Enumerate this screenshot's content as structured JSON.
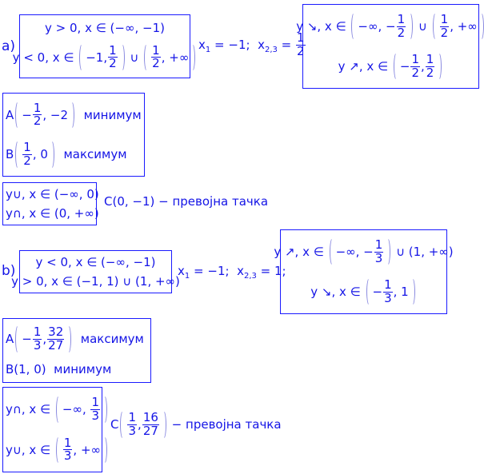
{
  "a": {
    "label": "a)",
    "sign": [
      [
        "y > 0, x ∈ (−∞, −1)"
      ],
      [
        "y < 0, x ∈ ",
        {
          "big": [
            "−1,",
            {
              "num": "1",
              "den": "2"
            }
          ]
        },
        " ∪ ",
        {
          "big": [
            {
              "num": "1",
              "den": "2"
            },
            ", +∞"
          ]
        }
      ]
    ],
    "zeros": [
      [
        "x",
        {
          "sub": "1"
        },
        " = −1;  x",
        {
          "sub": "2,3"
        },
        " = ",
        {
          "num": "1",
          "den": "2"
        }
      ]
    ],
    "monotonic": [
      [
        "y ↘, x ∈ ",
        {
          "big": [
            "−∞, −",
            {
              "num": "1",
              "den": "2"
            }
          ]
        },
        " ∪ ",
        {
          "big": [
            {
              "num": "1",
              "den": "2"
            },
            ", +∞"
          ]
        }
      ],
      [
        "y ↗, x ∈ ",
        {
          "big": [
            "−",
            {
              "num": "1",
              "den": "2"
            },
            ",",
            {
              "num": "1",
              "den": "2"
            }
          ]
        }
      ]
    ],
    "extrema": [
      [
        "A",
        {
          "big": [
            "−",
            {
              "num": "1",
              "den": "2"
            },
            ", −2"
          ]
        },
        "  минимум"
      ],
      [
        "B",
        {
          "big": [
            {
              "num": "1",
              "den": "2"
            },
            ", 0"
          ]
        },
        "  максимум"
      ]
    ],
    "convexity": [
      [
        "y∪, x ∈ (−∞, 0)"
      ],
      [
        "y∩, x ∈ (0, +∞)"
      ]
    ],
    "inflection": [
      [
        "C(0, −1) − превојна тачка"
      ]
    ]
  },
  "b": {
    "label": "b)",
    "sign": [
      [
        "y < 0, x ∈ (−∞, −1)"
      ],
      [
        "y > 0, x ∈ (−1, 1) ∪ (1, +∞)"
      ]
    ],
    "zeros": [
      [
        "x",
        {
          "sub": "1"
        },
        " = −1;  x",
        {
          "sub": "2,3"
        },
        " = 1;"
      ]
    ],
    "monotonic": [
      [
        "y ↗, x ∈ ",
        {
          "big": [
            "−∞, −",
            {
              "num": "1",
              "den": "3"
            }
          ]
        },
        " ∪ (1, +∞)"
      ],
      [
        "y ↘, x ∈ ",
        {
          "big": [
            "−",
            {
              "num": "1",
              "den": "3"
            },
            ", 1"
          ]
        }
      ]
    ],
    "extrema": [
      [
        "A",
        {
          "big": [
            "−",
            {
              "num": "1",
              "den": "3"
            },
            ",",
            {
              "num": "32",
              "den": "27"
            }
          ]
        },
        "  максимум"
      ],
      [
        "B(1, 0)  минимум"
      ]
    ],
    "convexity": [
      [
        "y∩, x ∈ ",
        {
          "big": [
            "−∞, ",
            {
              "num": "1",
              "den": "3"
            }
          ]
        }
      ],
      [
        "y∪, x ∈ ",
        {
          "big": [
            {
              "num": "1",
              "den": "3"
            },
            ", +∞"
          ]
        }
      ]
    ],
    "inflection": [
      [
        "C",
        {
          "big": [
            {
              "num": "1",
              "den": "3"
            },
            ",",
            {
              "num": "16",
              "den": "27"
            }
          ]
        },
        " − превојна тачка"
      ]
    ]
  },
  "colors": {
    "text": "#1414e6",
    "border": "#1a1aff"
  }
}
